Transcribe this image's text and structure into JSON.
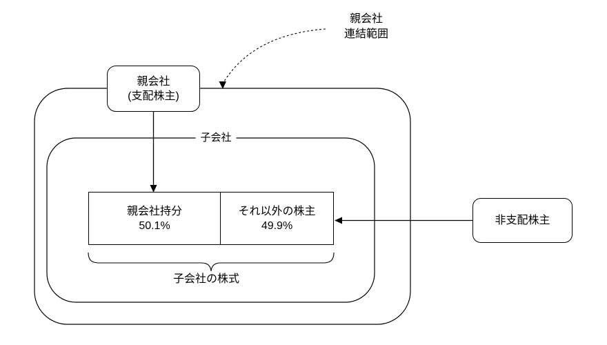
{
  "diagram": {
    "scope_label": {
      "line1": "親会社",
      "line2": "連結範囲"
    },
    "parent_box": {
      "line1": "親会社",
      "line2": "(支配株主)"
    },
    "subsidiary_label": "子会社",
    "shares": {
      "parent_share": {
        "name": "親会社持分",
        "value": "50.1%"
      },
      "other_share": {
        "name": "それ以外の株主",
        "value": "49.9%"
      }
    },
    "brace_label": "子会社の株式",
    "nci_box": {
      "label": "非支配株主"
    },
    "colors": {
      "stroke": "#000000",
      "background": "#ffffff"
    }
  }
}
